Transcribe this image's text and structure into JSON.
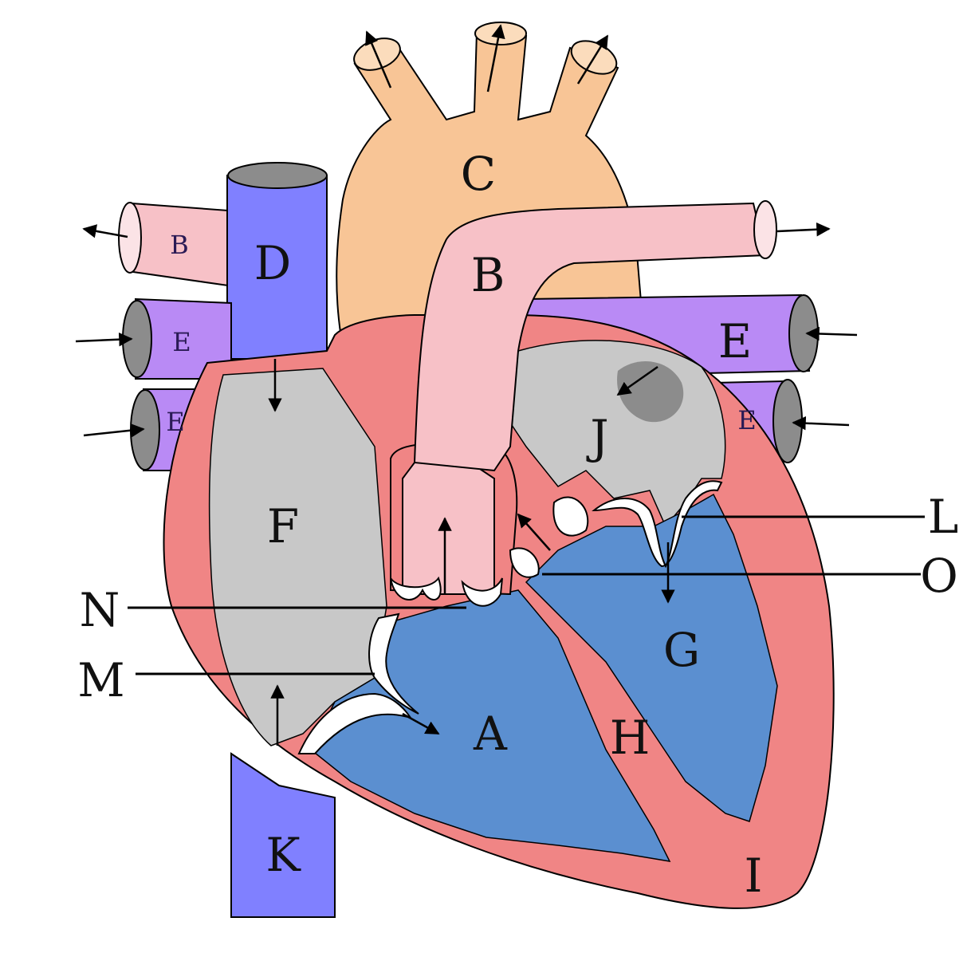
{
  "colors": {
    "aorta": "#f8c596",
    "pulmonary_artery": "#f7c1c7",
    "vena_cava": "#8080ff",
    "pulmonary_vein": "#b98af5",
    "muscle": "#f08585",
    "atrium_fill": "#c8c8c8",
    "ventricle_blood": "#5b8fd0",
    "valve": "#ffffff",
    "outline": "#000000",
    "lumen": "#8c8c8c"
  },
  "labels": {
    "A": "A",
    "B_main": "B",
    "B_small": "B",
    "C": "C",
    "D": "D",
    "E_right": "E",
    "E_left_upper": "E",
    "E_left_lower": "E",
    "E_right_lower": "E",
    "F": "F",
    "G": "G",
    "H": "H",
    "I": "I",
    "J": "J",
    "K": "K",
    "L": "L",
    "M": "M",
    "N": "N",
    "O": "O"
  }
}
